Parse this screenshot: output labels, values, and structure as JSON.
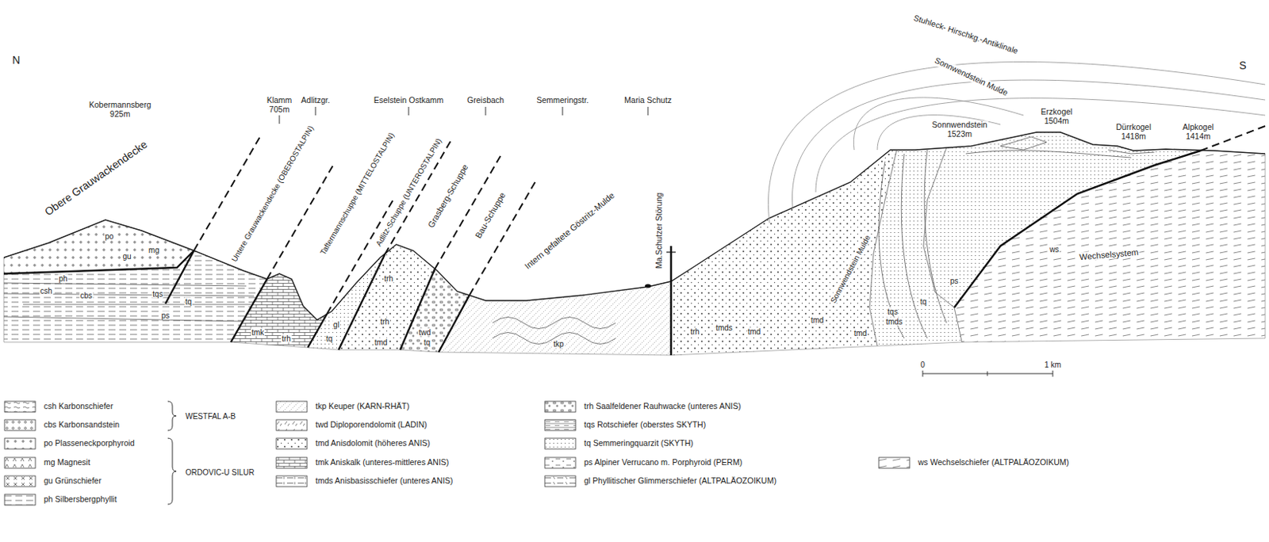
{
  "diagram": {
    "labels": [
      "N",
      "S",
      "Kobermannsberg",
      "925m",
      "Klamm",
      "705m",
      "Adlitzgr.",
      "Eselstein Ostkamm",
      "Greisbach",
      "Semmeringstr.",
      "Maria Schutz",
      "Stuhleck- Hirschkg.-Antiklinale",
      "Sonnwendstein Mulde",
      "Sonnwendstein",
      "1523m",
      "Erzkogel",
      "1504m",
      "Dürrkogel",
      "1418m",
      "Alpkogel",
      "1414m",
      "Obere Grauwackendecke",
      "Untere Grauwackendecke (OBEROSTALPIN)",
      "Taftermannschuppe (MITTELOSTALPIN)",
      "Adlitz-Schuppe (UNTEROSTALPIN)",
      "Grasberg-Schuppe",
      "Bau-Schuppe",
      "Intern gefaltete Göstritz-Mulde",
      "Ma.Schutzer Störung",
      "Wechselsystem",
      "Sonnwendstein Mulde",
      "po",
      "mg",
      "gu",
      "ph",
      "csh",
      "cbs",
      "tqs",
      "tq",
      "ps",
      "tmk",
      "trh",
      "tq",
      "gl",
      "trh",
      "trh",
      "twd",
      "tq",
      "tmd",
      "tkp",
      "trh",
      "tmds",
      "tmd",
      "tmd",
      "tmd",
      "tqs",
      "tmds",
      "tq",
      "ps",
      "ws",
      "0",
      "1 km",
      "WESTFAL A-B",
      "ORDOVIC-U SILUR"
    ],
    "legend": [
      {
        "text": "csh Karbonschiefer"
      },
      {
        "text": "cbs Karbonsandstein"
      },
      {
        "text": "po Plasseneckporphyroid"
      },
      {
        "text": "mg Magnesit"
      },
      {
        "text": "gu Grünschiefer"
      },
      {
        "text": "ph Silbersbergphyllit"
      },
      {
        "text": "tkp Keuper (KARN-RHÄT)"
      },
      {
        "text": "twd Diploporendolomit (LADIN)"
      },
      {
        "text": "tmd Anisdolomit (höheres ANIS)"
      },
      {
        "text": "tmk Aniskalk (unteres-mittleres ANIS)"
      },
      {
        "text": "tmds Anisbasisschiefer (unteres ANIS)"
      },
      {
        "text": "trh Saalfeldener Rauhwacke (unteres ANIS)"
      },
      {
        "text": "tqs Rotschiefer (oberstes SKYTH)"
      },
      {
        "text": "tq Semmeringquarzit (SKYTH)"
      },
      {
        "text": "ps Alpiner Verrucano m. Porphyroid (PERM)"
      },
      {
        "text": "gl Phyllitischer Glimmerschiefer (ALTPALÄOZOIKUM)"
      },
      {
        "text": "ws Wechselschiefer (ALTPALÄOZOIKUM)"
      }
    ]
  }
}
